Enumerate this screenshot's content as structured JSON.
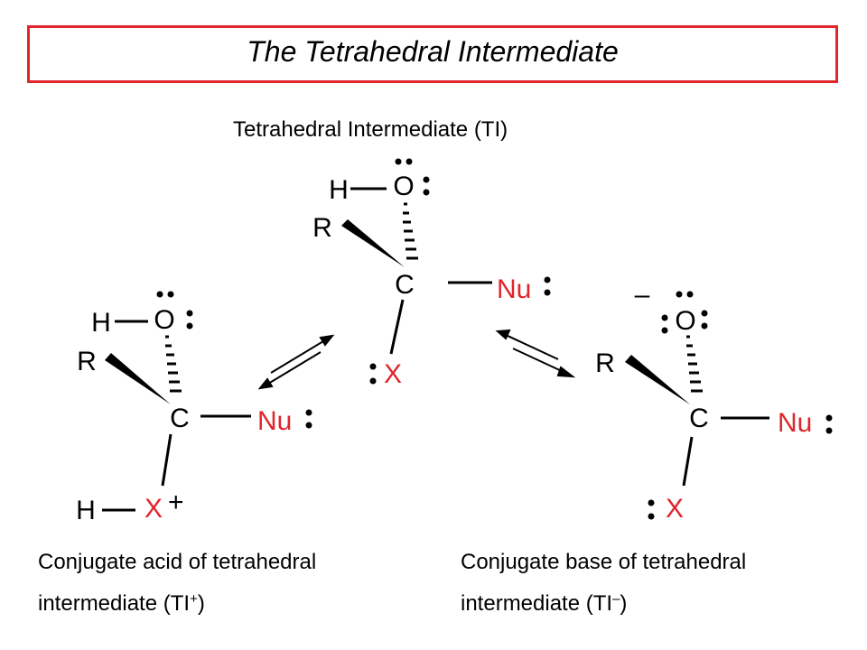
{
  "title": "The Tetrahedral Intermediate",
  "center_label": "Tetrahedral Intermediate (TI)",
  "left_caption": {
    "line1": "Conjugate acid of tetrahedral",
    "line2_text": "intermediate (TI",
    "line2_sup": "+",
    "line2_end": ")"
  },
  "right_caption": {
    "line1": "Conjugate base of tetrahedral",
    "line2_text": "intermediate (TI",
    "line2_sup": "–",
    "line2_end": ")"
  },
  "atoms": {
    "carbon": "C",
    "oxygen": "O",
    "hydrogen": "H",
    "r_group": "R",
    "nucleophile": "Nu",
    "leaving_group": "X",
    "plus_charge": "+",
    "minus_charge": "–"
  },
  "colors": {
    "title_border": "#e0252b",
    "red_atom": "#e0252b",
    "black": "#000000"
  }
}
